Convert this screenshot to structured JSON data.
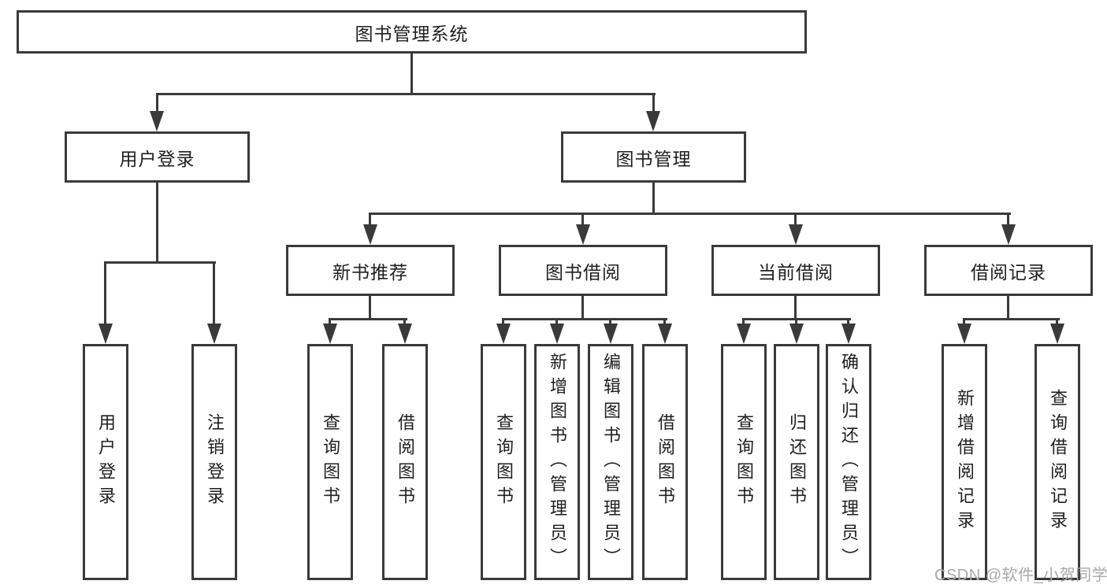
{
  "tree": {
    "root": {
      "label": "图书管理系统"
    },
    "branches": [
      {
        "label": "用户登录",
        "children": [
          "用户登录",
          "注销登录"
        ]
      },
      {
        "label": "图书管理",
        "sections": [
          {
            "label": "新书推荐",
            "children": [
              "查询图书",
              "借阅图书"
            ]
          },
          {
            "label": "图书借阅",
            "children": [
              "查询图书",
              "新增图书（管理员）",
              "编辑图书（管理员）",
              "借阅图书"
            ]
          },
          {
            "label": "当前借阅",
            "children": [
              "查询图书",
              "归还图书",
              "确认归还（管理员）"
            ]
          },
          {
            "label": "借阅记录",
            "children": [
              "新增借阅记录",
              "查询借阅记录"
            ]
          }
        ]
      }
    ]
  },
  "watermark": {
    "text": "CSDN @软件_小贺同学",
    "color": "#a9a9a9"
  },
  "colors": {
    "line": "#3a3a3a",
    "text": "#1f1f1f",
    "box_background": "#ffffff",
    "page_background": "#ffffff"
  }
}
